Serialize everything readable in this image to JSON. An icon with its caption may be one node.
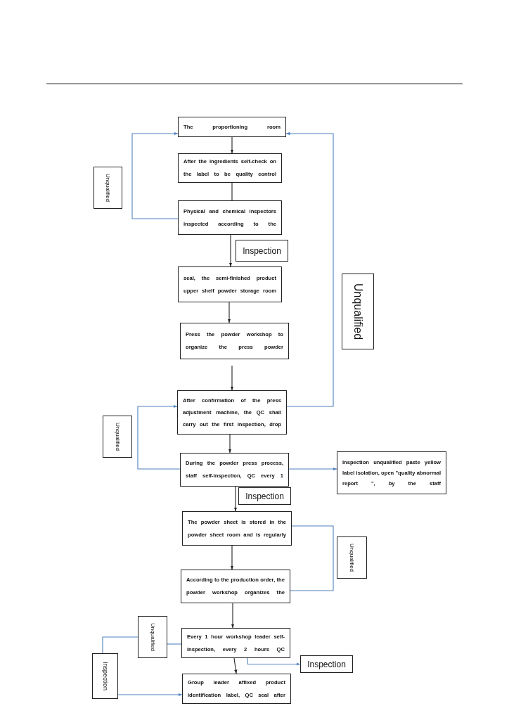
{
  "diagram": {
    "nodes": [
      {
        "text": [
          "The proportioning room"
        ]
      },
      {
        "text": [
          "After the ingredients self-check on the label to be quality control"
        ]
      },
      {
        "text": [
          "Unqualified"
        ]
      },
      {
        "text": [
          "Physical and chemical inspectors inspected according to the"
        ]
      },
      {
        "text": [
          "Inspection"
        ]
      },
      {
        "text": [
          "seal, the semi-finished product upper shelf powder storage room"
        ]
      },
      {
        "text": [
          "Unqualified"
        ]
      },
      {
        "text": [
          "Press the powder workshop to organize the press powder"
        ]
      },
      {
        "text": [
          "After confirmation of the press adjustment machine, the QC shall carry out the first inspection, drop"
        ]
      },
      {
        "text": [
          "Unqualified"
        ]
      },
      {
        "text": [
          "During the powder press process, staff self-inspection, QC every 1"
        ]
      },
      {
        "text": [
          "Inspection unqualified paste yellow label isolation, open \"quality abnormal report \", by the staff"
        ]
      },
      {
        "text": [
          "Inspection"
        ]
      },
      {
        "text": [
          "The powder sheet is stored in the powder sheet room and is regularly"
        ]
      },
      {
        "text": [
          "Unqualified"
        ]
      },
      {
        "text": [
          "According to the production order, the powder workshop organizes the"
        ]
      },
      {
        "text": [
          "Unqualified"
        ]
      },
      {
        "text": [
          "Every 1 hour workshop leader self-inspection, every 2 hours QC"
        ]
      },
      {
        "text": [
          "Inspection"
        ]
      },
      {
        "text": [
          "Inspection"
        ]
      },
      {
        "text": [
          "Group leader affixed product identification label, QC seal after"
        ]
      }
    ],
    "edges": [
      {
        "from": 0,
        "to": 1,
        "arrow": "to"
      },
      {
        "from": 1,
        "to": 3,
        "arrow": "none"
      },
      {
        "from": 3,
        "to": 5,
        "arrow": "to"
      },
      {
        "from": 5,
        "to": 7,
        "arrow": "to"
      },
      {
        "from": 7,
        "to": 8,
        "arrow": "to"
      },
      {
        "from": 8,
        "to": 10,
        "arrow": "to"
      },
      {
        "from": 10,
        "to": 13,
        "arrow": "to"
      },
      {
        "from": 13,
        "to": 15,
        "arrow": "to"
      },
      {
        "from": 15,
        "to": 17,
        "arrow": "to"
      },
      {
        "from": 17,
        "to": 20,
        "arrow": "to"
      },
      {
        "from": 3,
        "to": 0,
        "arrow": "to",
        "color": "#4f81bd"
      },
      {
        "from": 8,
        "to": 0,
        "arrow": "to",
        "color": "#4f81bd"
      },
      {
        "from": 10,
        "to": 8,
        "arrow": "to",
        "color": "#4f81bd"
      },
      {
        "from": 10,
        "to": 11,
        "arrow": "to",
        "color": "#4f81bd"
      },
      {
        "from": 13,
        "to": 15,
        "arrow": "none",
        "color": "#4f81bd"
      },
      {
        "from": 17,
        "to": 16,
        "arrow": "none",
        "color": "#4f81bd"
      },
      {
        "from": 16,
        "to": 18,
        "arrow": "none",
        "color": "#4f81bd"
      },
      {
        "from": 18,
        "to": 20,
        "arrow": "to",
        "color": "#4f81bd"
      },
      {
        "from": 17,
        "to": 19,
        "arrow": "to",
        "color": "#4f81bd"
      }
    ]
  }
}
